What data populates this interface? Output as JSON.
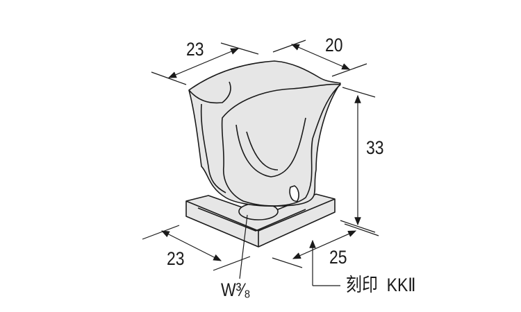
{
  "dimensions": {
    "top_left_width": "23",
    "top_right_depth": "20",
    "height": "33",
    "base_width": "23",
    "base_depth": "25"
  },
  "annotations": {
    "thread": "W³⁄₈",
    "marking": "刻印  KKⅡ"
  },
  "colors": {
    "part_fill": "#e6e6e6",
    "line": "#1a1a1a"
  }
}
